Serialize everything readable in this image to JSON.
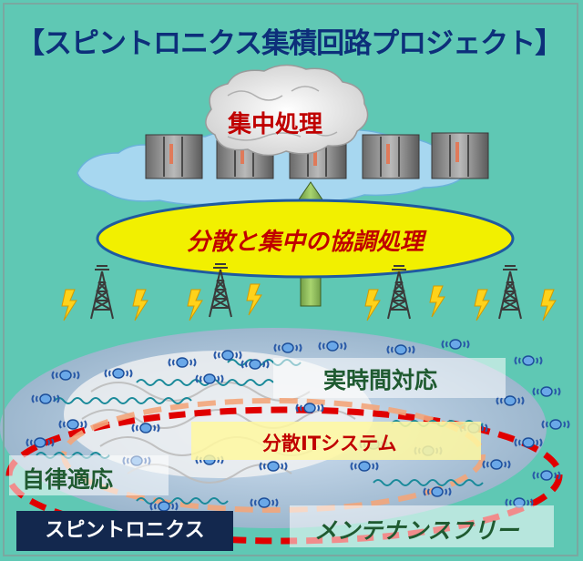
{
  "title": "【スピントロニクス集積回路プロジェクト】",
  "labels": {
    "central": "集中処理",
    "cooperative": "分散と集中の協調処理",
    "realtime": "実時間対応",
    "distributed_it": "分散ITシステム",
    "autonomous": "自律適応",
    "spintronics": "スピントロニクス",
    "maintenance_free": "メンテナンスフリー"
  },
  "colors": {
    "background": "#5fc8b4",
    "title": "#0d2f7a",
    "emphasis_red": "#c00000",
    "green_text": "#1f5a30",
    "ellipse_yellow": "#f2f000",
    "dashed_red": "#e00000",
    "dark_box": "#13284e"
  },
  "icons": [
    "server-rack-icon",
    "cloud-icon",
    "brain-icon",
    "arrow-up-icon",
    "radio-tower-icon",
    "lightning-bolt-icon",
    "sensor-node-icon"
  ]
}
